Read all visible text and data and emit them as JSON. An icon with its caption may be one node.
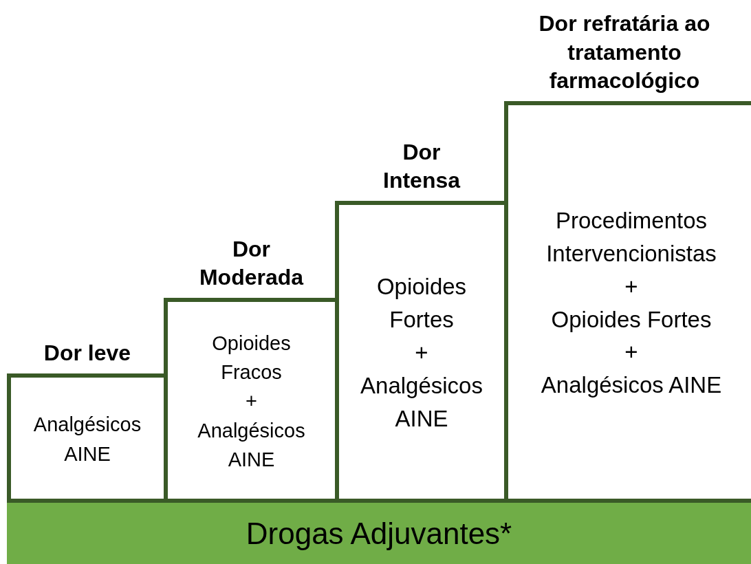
{
  "diagram": {
    "nodes": [
      {
        "text": [
          "Dor leve",
          "Analgésicos AINE"
        ]
      },
      {
        "text": [
          "Dor Moderada",
          "Opioides Fracos",
          "+",
          "Analgésicos AINE"
        ]
      },
      {
        "text": [
          "Dor Intensa",
          "Opioides Fortes",
          "+",
          "Analgésicos AINE"
        ]
      },
      {
        "text": [
          "Dor refratária ao tratamento farmacológico",
          "Procedimentos Intervencionistas",
          "+",
          "Opioides Fortes",
          "+",
          "Analgésicos AINE"
        ]
      },
      {
        "text": [
          "Drogas Adjuvantes*"
        ]
      }
    ]
  }
}
